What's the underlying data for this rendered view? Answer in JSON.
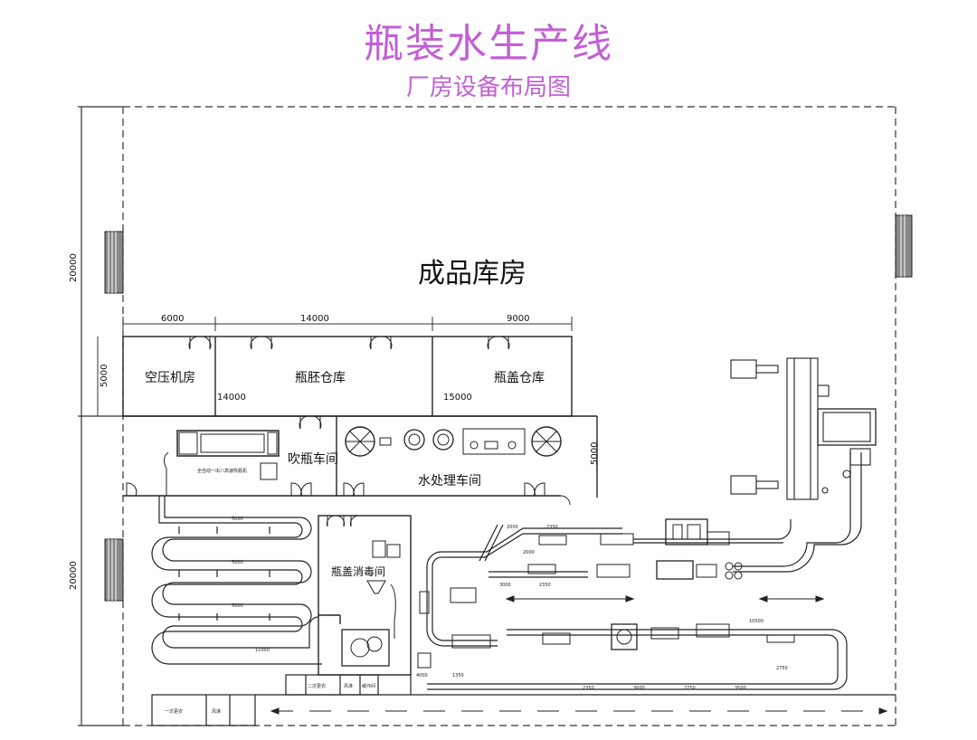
{
  "title": "瓶装水生产线",
  "subtitle": "厂房设备布局图",
  "rooms": {
    "warehouse": "成品库房",
    "compressor": "空压机房",
    "preform_store": "瓶胚仓库",
    "cap_store": "瓶盖仓库",
    "blowing": "吹瓶车间",
    "water_treatment": "水处理车间",
    "cap_disinfect": "瓶盖消毒间"
  },
  "small_rooms": {
    "changing_1": "一次更衣",
    "changing_2": "二次更衣",
    "air_shower_1": "风淋",
    "air_shower_2": "风淋",
    "buffer": "缓冲间"
  },
  "dimensions": {
    "left_top": "20000",
    "left_bottom": "20000",
    "row_height": "5000",
    "right_height": "5000",
    "compressor_width": "6000",
    "preform_width": "14000",
    "cap_store_width": "9000",
    "blowing_width": "14000",
    "treatment_width": "15000"
  },
  "conveyor_labels": {
    "c1": "5000",
    "c2": "5000",
    "c3": "5000",
    "c4": "11000",
    "d1": "2000",
    "d2": "2350",
    "d3": "3000",
    "d4": "2000",
    "d5": "2350",
    "d6": "1350",
    "d7": "2350",
    "d8": "3000",
    "d9": "2750",
    "d10": "3500",
    "d11": "2750",
    "d12": "10500",
    "d13": "4000"
  },
  "colors": {
    "title": "#c25fd6",
    "line": "#222222"
  }
}
